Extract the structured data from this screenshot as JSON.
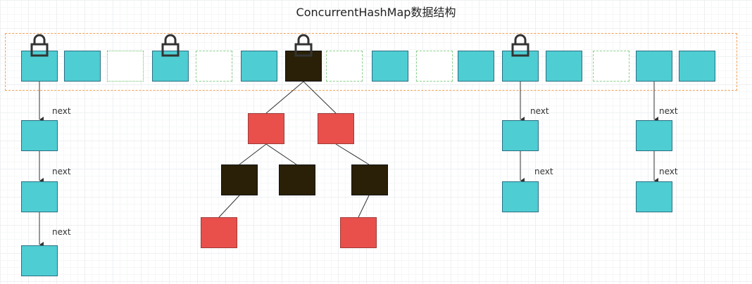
{
  "title": "ConcurrentHashMap数据结构",
  "link_label": "next",
  "colors": {
    "bucket": "#4ecdd2",
    "tree_black": "#2a2007",
    "tree_red": "#e9504c",
    "segment_border": "#f0a058",
    "empty_slot_border": "#8ad08a"
  },
  "table": {
    "slots": [
      "node",
      "node",
      "empty",
      "node",
      "empty",
      "node",
      "tree-root",
      "empty",
      "node",
      "empty",
      "node",
      "node",
      "node",
      "empty",
      "node",
      "node"
    ],
    "locked_slots": [
      0,
      3,
      6,
      11
    ]
  },
  "icons": {
    "lock": "lock-icon",
    "arrow": "arrow-down-icon"
  }
}
